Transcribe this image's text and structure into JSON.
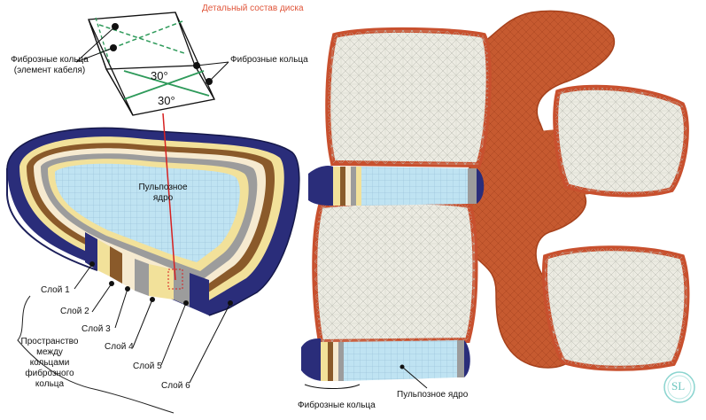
{
  "title": "Детальный состав диска",
  "cube": {
    "angle_top": "30°",
    "angle_bottom": "30°"
  },
  "labels": {
    "fibrous_cable_line1": "Фиброзные кольца",
    "fibrous_cable_line2": "(элемент кабеля)",
    "fibrous_rings_top": "Фиброзные кольца",
    "nucleus_left_line1": "Пульпозное",
    "nucleus_left_line2": "ядро",
    "space_line1": "Пространство",
    "space_line2": "между",
    "space_line3": "кольцами",
    "space_line4": "фиброзного",
    "space_line5": "кольца",
    "nucleus_right": "Пульпозное ядро",
    "fibrous_rings_bottom": "Фиброзные кольца"
  },
  "layers": [
    "Слой 1",
    "Слой 2",
    "Слой 3",
    "Слой 4",
    "Слой 5",
    "Слой 6"
  ],
  "logo_text": "SL",
  "colors": {
    "title": "#e0553a",
    "nucleus": "#bfe3f2",
    "ring_navy": "#2a2d7a",
    "ring_yellow": "#f2e19a",
    "ring_brown": "#8a5a2a",
    "ring_grey": "#9c9c9c",
    "ring_cream": "#f6ead0",
    "bone_outline": "#c8502e",
    "bone_fill": "#ecebe2",
    "vertebra_body": "#c2582e"
  }
}
